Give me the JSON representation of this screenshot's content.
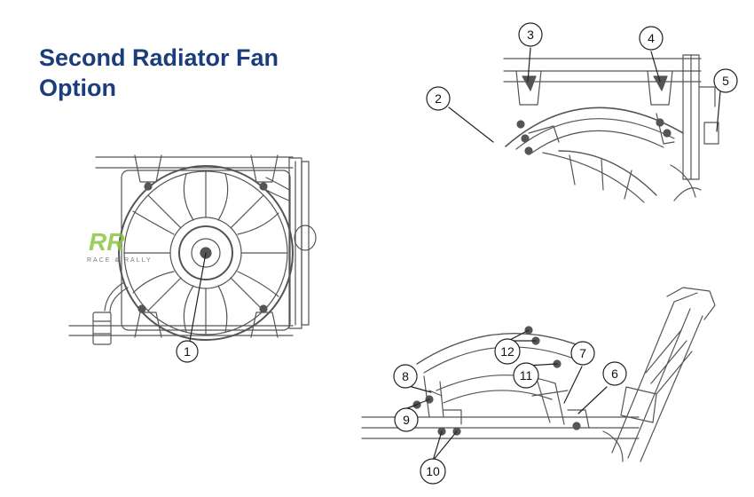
{
  "title": {
    "line1": "Second Radiator Fan",
    "line2": "Option"
  },
  "logo": {
    "mark": "RR",
    "tagline": "RACE & RALLY"
  },
  "callouts": [
    "1",
    "2",
    "3",
    "4",
    "5",
    "6",
    "7",
    "8",
    "9",
    "10",
    "11",
    "12"
  ],
  "colors": {
    "title": "#1b3d7a",
    "line": "#555555",
    "logo_green": "#8dc63f",
    "logo_grey": "#7a7a7a"
  }
}
